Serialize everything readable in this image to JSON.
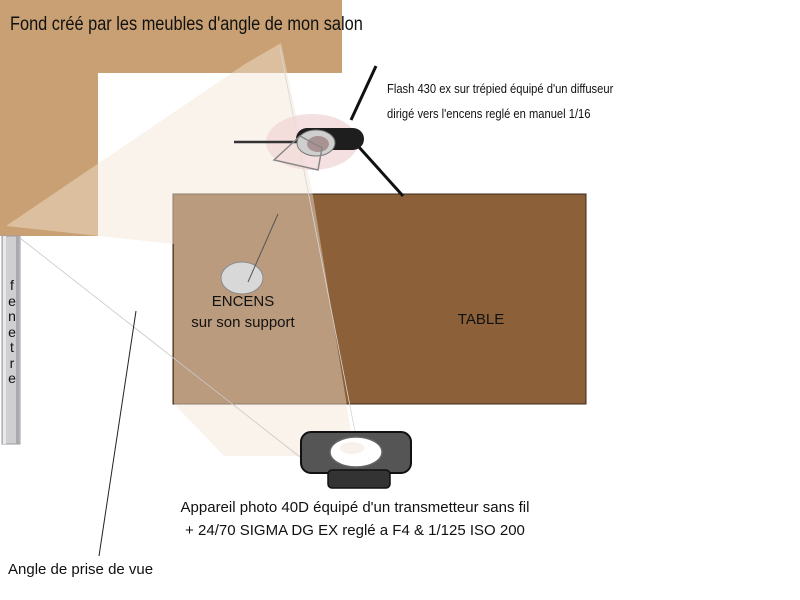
{
  "labels": {
    "background": "Fond créé par les meubles d'angle de mon salon",
    "flash_line1": "Flash 430 ex sur trépied équipé d'un diffuseur",
    "flash_line2": "dirigé vers l'encens reglé en manuel 1/16",
    "encens_line1": "ENCENS",
    "encens_line2": "sur son support",
    "table": "TABLE",
    "camera_line1": "Appareil photo 40D équipé d'un transmetteur sans fil",
    "camera_line2": "+ 24/70 SIGMA DG EX reglé a F4 & 1/125 ISO 200",
    "shooting_angle": "Angle de prise de vue",
    "window_letters": [
      "f",
      "e",
      "n",
      "e",
      "t",
      "r",
      "e"
    ]
  },
  "colors": {
    "background_furniture": "#c8a073",
    "table": "#8c6038",
    "light_cone": "#f0dcc5",
    "incense_disc": "#d8d8d8",
    "camera_body": "#555555",
    "flash_halo": "#f1d8d8",
    "window": "#cfcfd2"
  },
  "icons": {
    "flash": "flash-on-tripod-icon",
    "camera": "camera-top-view-icon",
    "window": "window-pane-icon"
  }
}
